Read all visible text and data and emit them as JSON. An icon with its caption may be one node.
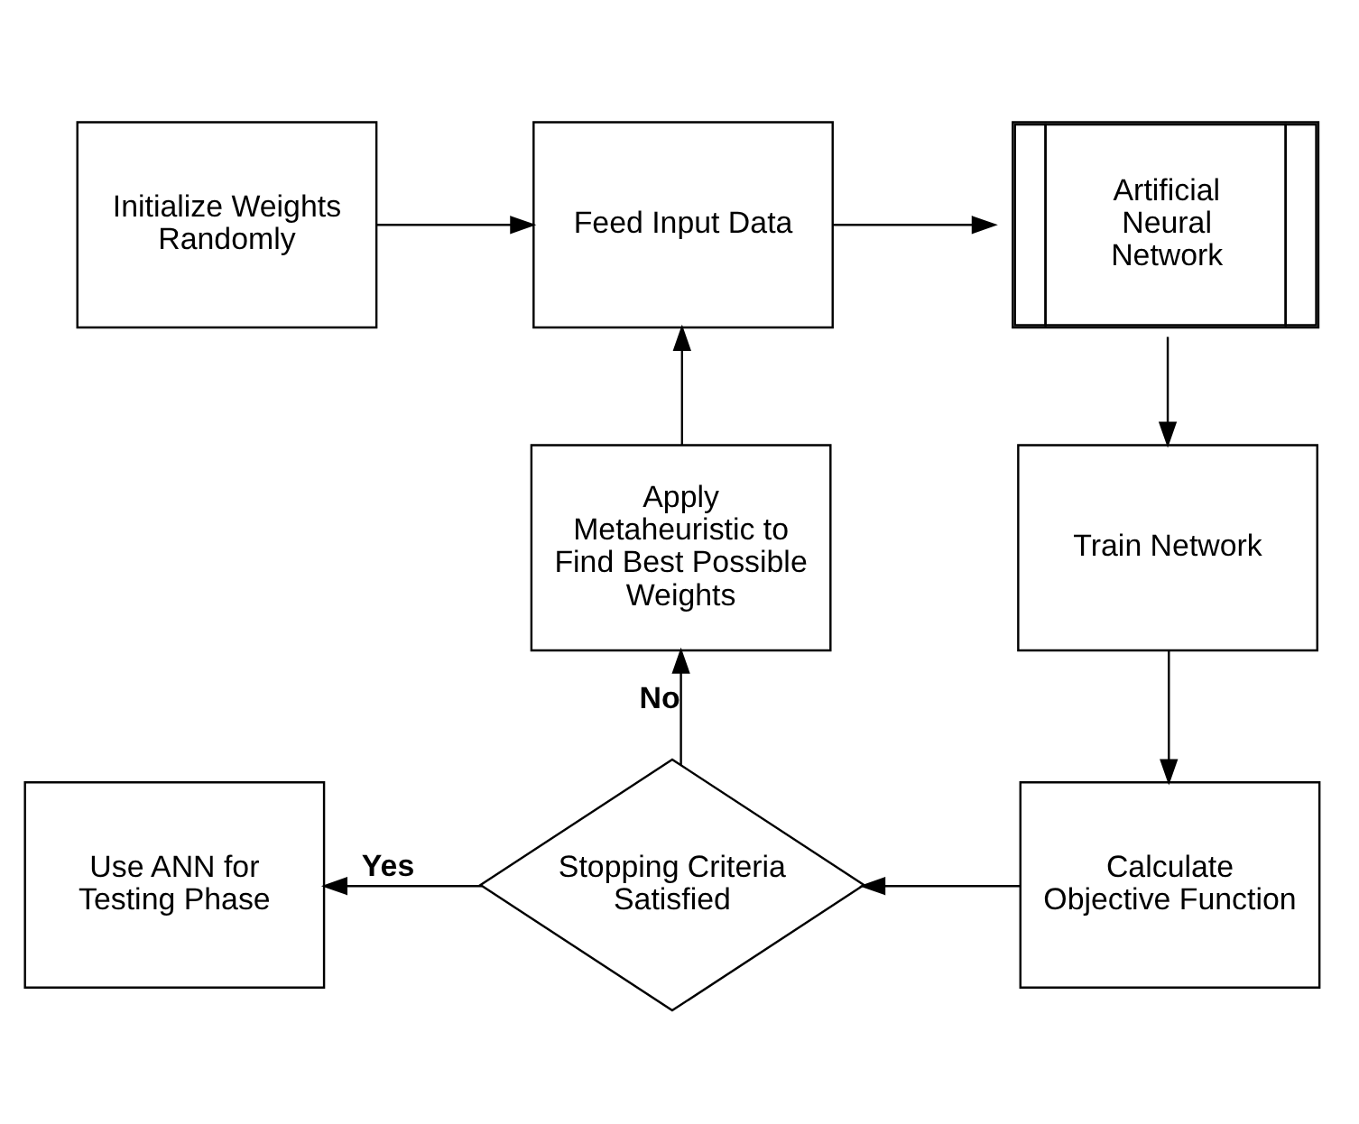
{
  "diagram": {
    "nodes": [
      {
        "text": [
          "Initialize Weights Randomly"
        ]
      },
      {
        "text": [
          "Feed Input Data"
        ]
      },
      {
        "text": [
          "Artificial Neural Network"
        ]
      },
      {
        "text": [
          "Apply Metaheuristic to Find Best Possible Weights"
        ]
      },
      {
        "text": [
          "Train Network"
        ]
      },
      {
        "text": [
          "Use ANN for Testing Phase"
        ]
      },
      {
        "text": [
          "Stopping Criteria Satisfied"
        ]
      },
      {
        "text": [
          "Calculate Objective Function"
        ]
      }
    ],
    "edges": [
      {
        "from": 0,
        "to": 1,
        "arrow": "to"
      },
      {
        "from": 1,
        "to": 2,
        "arrow": "to"
      },
      {
        "from": 2,
        "to": 4,
        "arrow": "to"
      },
      {
        "from": 4,
        "to": 7,
        "arrow": "to"
      },
      {
        "from": 7,
        "to": 6,
        "arrow": "to"
      },
      {
        "from": 6,
        "to": 5,
        "arrow": "to",
        "label": "Yes"
      },
      {
        "from": 6,
        "to": 3,
        "arrow": "to",
        "label": "No"
      },
      {
        "from": 3,
        "to": 1,
        "arrow": "to"
      }
    ]
  }
}
